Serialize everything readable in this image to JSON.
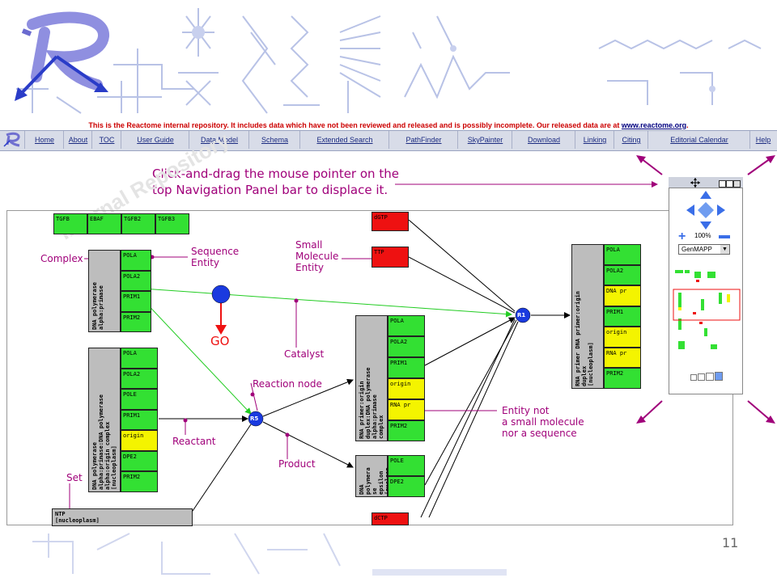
{
  "notice": {
    "text": "This is the Reactome internal repository. It includes data which have not been reviewed and released and is possibly incomplete. Our released data are at ",
    "link": "www.reactome.org",
    "end": "."
  },
  "nav": [
    "Home",
    "About",
    "TOC",
    "User Guide",
    "Data Model",
    "Schema",
    "Extended Search",
    "PathFinder",
    "SkyPainter",
    "Download",
    "Linking",
    "Citing",
    "Editorial Calendar",
    "Help"
  ],
  "instruction": [
    "Click-and-drag the mouse pointer on the",
    "top Navigation Panel bar to displace it."
  ],
  "watermark": "Internal Repository",
  "diagram": {
    "top_row": [
      "TGFB",
      "EBAF",
      "TGFB2",
      "TGFB3"
    ],
    "pol_complex": {
      "label": "DNA polymerase\nalpha:primase",
      "items": [
        "POLA",
        "POLA2",
        "PRIM1",
        "PRIM2"
      ]
    },
    "origin_complex": {
      "label": "DNA polymerase\nalpha:primase:DNA polymerase\nalpha:origin complex\n[nucleoplasm]",
      "items": [
        "POLA",
        "POLA2",
        "POLE",
        "PRIM1",
        "origin",
        "DPE2",
        "PRIM2"
      ]
    },
    "ntp": "NTP\n[nucleoplasm]",
    "dgtp": "dGTP",
    "ttp": "TTP",
    "dctp": "dCTP",
    "rna_complex": {
      "label": "RNA primer:origin\nduplex:DNA polymerase\nalpha:primase\ncomplex",
      "items": [
        "POLA",
        "POLA2",
        "PRIM1",
        "origin",
        "RNA pr",
        "PRIM2"
      ]
    },
    "epsilon": {
      "label": "DNA\npolymera\nse\nepsilon\n[nucleop",
      "items": [
        "POLE",
        "DPE2"
      ]
    },
    "right_complex": {
      "label": "RNA primer DNA primer:origin\nduplex\n[nucleoplasm]",
      "items": [
        "POLA",
        "POLA2",
        "DNA pr",
        "PRIM1",
        "origin",
        "RNA pr",
        "PRIM2"
      ]
    },
    "nodes": {
      "r1": "R1",
      "r5": "R5"
    },
    "go": "GO"
  },
  "annotations": {
    "complex": "Complex",
    "sequence": [
      "Sequence",
      "Entity"
    ],
    "small_molecule": [
      "Small",
      "Molecule",
      "Entity"
    ],
    "catalyst": "Catalyst",
    "reaction_node": "Reaction node",
    "reactant": "Reactant",
    "product": "Product",
    "set": "Set",
    "entity_not": [
      "Entity not",
      "a small molecule",
      "nor a sequence"
    ]
  },
  "panel": {
    "zoom": "100%",
    "select": "GenMAPP"
  },
  "page_number": "11",
  "colors": {
    "accent": "#a0007a",
    "entity_green": "#33e033",
    "entity_yellow": "#f4f400",
    "molecule_red": "#ee1111",
    "node_blue": "#1a3adf"
  }
}
